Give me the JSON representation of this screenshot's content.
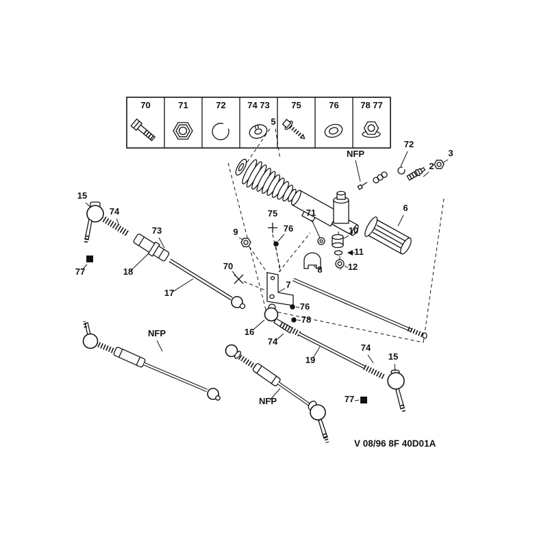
{
  "page": {
    "background": "#ffffff",
    "ink": "#111111"
  },
  "legend": {
    "cells": [
      {
        "label": "70",
        "icon": "bolt-icon"
      },
      {
        "label": "71",
        "icon": "hex-nut-icon"
      },
      {
        "label": "72",
        "icon": "circlip-icon"
      },
      {
        "label": "74 73",
        "icon": "keyed-washer-icon"
      },
      {
        "label": "75",
        "icon": "screw-icon"
      },
      {
        "label": "76",
        "icon": "flat-washer-icon"
      },
      {
        "label": "78 77",
        "icon": "flange-nut-icon"
      }
    ]
  },
  "callouts": {
    "boot": "5",
    "nfp_top": "NFP",
    "circlip_pinion": "72",
    "pinion_shaft": "2",
    "pinion_nut": "3",
    "rack_bush": "6",
    "tie_rod_end_left": "15",
    "thread_left": "74",
    "clamp_left": "73",
    "lock_nut_left": "77",
    "sleeve": "18",
    "rod_left": "17",
    "bracket_nut": "9",
    "bracket_screw": "75",
    "bracket_washer": "76",
    "bracket_stud": "71",
    "coupling_upper": "10",
    "coupling_mid": "11",
    "coupling_lower": "12",
    "housing_clamp": "8",
    "bracket_bolt": "70",
    "bracket": "7",
    "inner_joint": "16",
    "inner_washer": "76",
    "inner_washer2": "78",
    "thread_inner": "74",
    "rod_right": "19",
    "thread_right": "74",
    "tie_rod_end_right": "15",
    "lock_nut_right": "77",
    "nfp_left": "NFP",
    "nfp_bottom": "NFP"
  },
  "footer": {
    "code": "V 08/96 8F 40D01A"
  }
}
